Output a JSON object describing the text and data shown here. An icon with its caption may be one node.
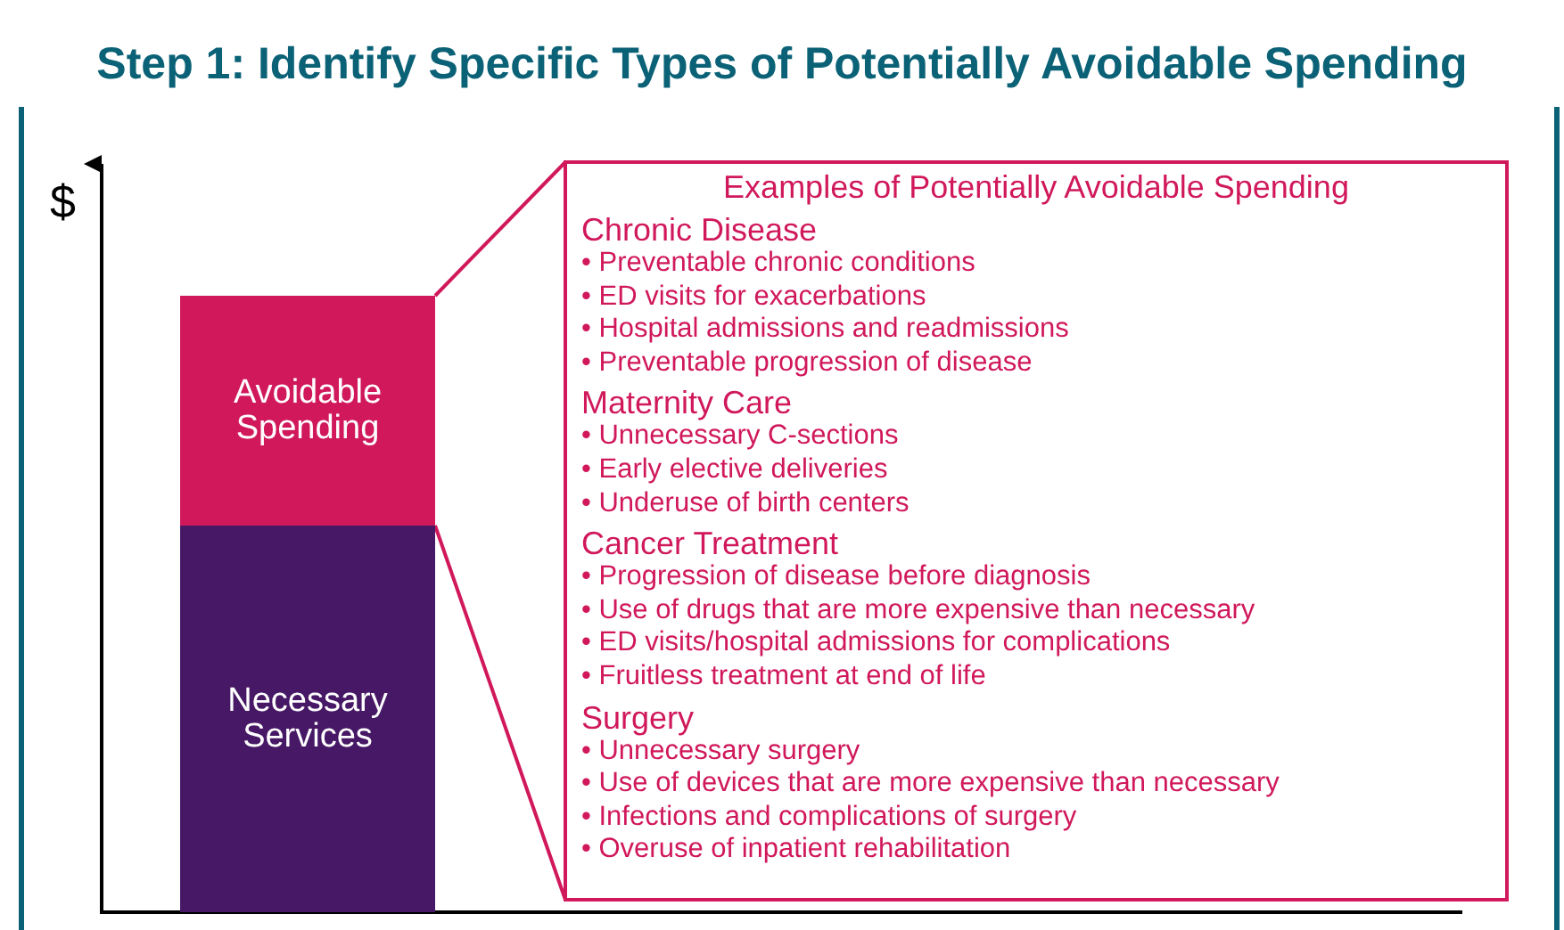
{
  "diagram": {
    "title": "Step 1: Identify Specific Types of Potentially Avoidable Spending",
    "nodes": [
      {
        "text": [
          "Avoidable Spending"
        ]
      },
      {
        "text": [
          "Necessary Services"
        ]
      },
      {
        "text": [
          "Examples of Potentially Avoidable Spending",
          "Chronic Disease",
          "• Preventable chronic conditions",
          "• ED visits for exacerbations",
          "• Hospital admissions and readmissions",
          "• Preventable progression of disease",
          "Maternity Care",
          "• Unnecessary C-sections",
          "• Early elective deliveries",
          "• Underuse of birth centers",
          "Cancer Treatment",
          "• Progression of disease before diagnosis",
          "• Use of drugs that are more expensive than necessary",
          "• ED visits/hospital admissions for complications",
          "• Fruitless treatment at end of life",
          "Surgery",
          "• Unnecessary surgery",
          "• Use of devices that are more expensive than necessary",
          "• Infections and complications of surgery",
          "• Overuse of inpatient rehabilitation"
        ]
      }
    ],
    "edges": [
      {
        "from": 0,
        "to": 2,
        "arrow": "none"
      },
      {
        "from": 0,
        "to": 2,
        "arrow": "none"
      }
    ],
    "labels": [
      "$"
    ]
  }
}
